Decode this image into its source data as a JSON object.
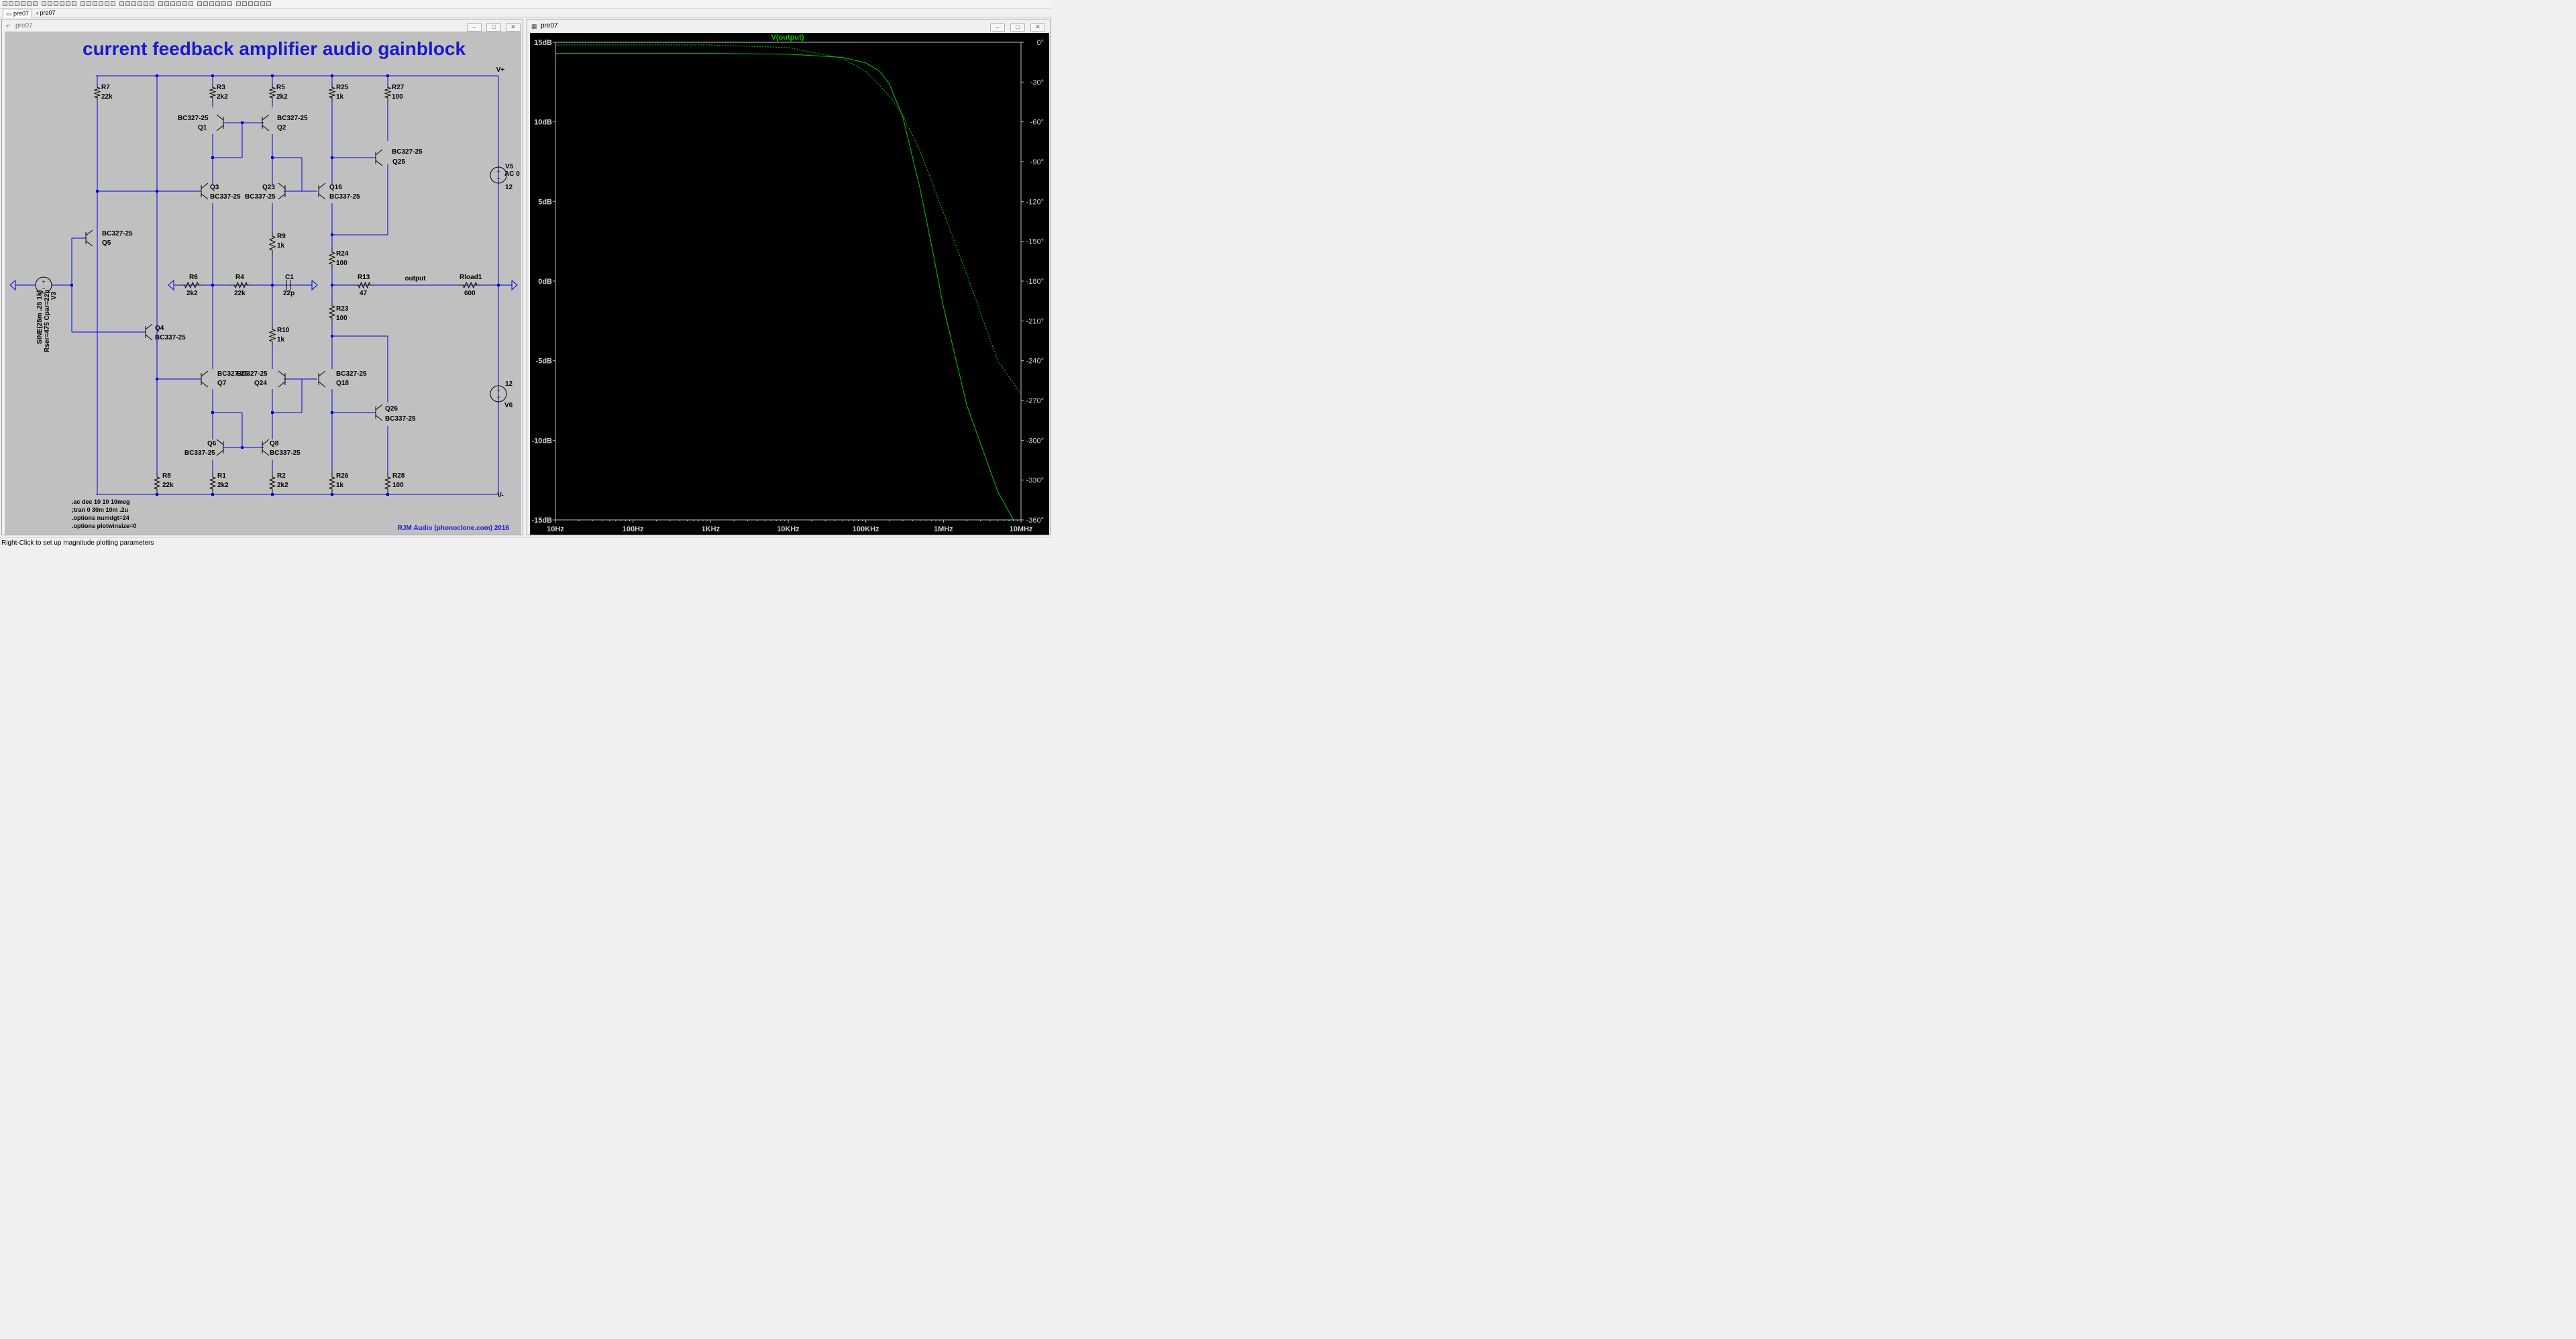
{
  "tabs": [
    {
      "label": "pre07"
    },
    {
      "label": "pre07"
    }
  ],
  "schematic_window": {
    "title": "pre07",
    "heading": "current feedback amplifier audio gainblock",
    "credit": "RJM Audio (phonoclone.com) 2016",
    "spice_directives": [
      ".ac dec 10 10 10meg",
      ";tran 0 30m 10m .2u",
      ".options numdgt=24",
      ".options plotwinsize=0"
    ],
    "rails": {
      "positive": "V+",
      "negative": "V-"
    },
    "nets": {
      "output": "output"
    },
    "components": {
      "R7": {
        "name": "R7",
        "value": "22k"
      },
      "R3": {
        "name": "R3",
        "value": "2k2"
      },
      "R5": {
        "name": "R5",
        "value": "2k2"
      },
      "R25": {
        "name": "R25",
        "value": "1k"
      },
      "R27": {
        "name": "R27",
        "value": "100"
      },
      "Q1": {
        "name": "Q1",
        "model": "BC327-25"
      },
      "Q2": {
        "name": "Q2",
        "model": "BC327-25"
      },
      "Q25": {
        "name": "Q25",
        "model": "BC327-25"
      },
      "Q3": {
        "name": "Q3",
        "model": "BC337-25"
      },
      "Q23": {
        "name": "Q23",
        "model": "BC337-25"
      },
      "Q16": {
        "name": "Q16",
        "model": "BC337-25"
      },
      "Q5": {
        "name": "Q5",
        "model": "BC327-25"
      },
      "R9": {
        "name": "R9",
        "value": "1k"
      },
      "R24": {
        "name": "R24",
        "value": "100"
      },
      "R6": {
        "name": "R6",
        "value": "2k2"
      },
      "R4": {
        "name": "R4",
        "value": "22k"
      },
      "C1": {
        "name": "C1",
        "value": "22p"
      },
      "R13": {
        "name": "R13",
        "value": "47"
      },
      "Rload1": {
        "name": "Rload1",
        "value": "600"
      },
      "V3": {
        "name": "V3",
        "value1": "SINE(25m .25 1k)",
        "value2": "Rser=475 Cpar=22p"
      },
      "R23": {
        "name": "R23",
        "value": "100"
      },
      "R10": {
        "name": "R10",
        "value": "1k"
      },
      "Q4": {
        "name": "Q4",
        "model": "BC337-25"
      },
      "Q7": {
        "name": "Q7",
        "model": "BC327-25"
      },
      "Q24": {
        "name": "Q24",
        "model": "BC327-25"
      },
      "Q18": {
        "name": "Q18",
        "model": "BC327-25"
      },
      "Q26": {
        "name": "Q26",
        "model": "BC337-25"
      },
      "Q6": {
        "name": "Q6",
        "model": "BC337-25"
      },
      "Q8": {
        "name": "Q8",
        "model": "BC337-25"
      },
      "R8": {
        "name": "R8",
        "value": "22k"
      },
      "R1": {
        "name": "R1",
        "value": "2k2"
      },
      "R2": {
        "name": "R2",
        "value": "2k2"
      },
      "R26": {
        "name": "R26",
        "value": "1k"
      },
      "R28": {
        "name": "R28",
        "value": "100"
      },
      "V5": {
        "name": "V5",
        "value1": "AC 0",
        "value2": "12"
      },
      "V6": {
        "name": "V6",
        "value1": "12"
      }
    }
  },
  "plot_window": {
    "title": "pre07",
    "trace_label": "V(output)"
  },
  "chart_data": {
    "type": "line",
    "title": "V(output)",
    "x_scale": "log",
    "xlim": [
      10,
      10000000
    ],
    "x_tick_labels": [
      "10Hz",
      "100Hz",
      "1KHz",
      "10KHz",
      "100KHz",
      "1MHz",
      "10MHz"
    ],
    "ylim": [
      -15,
      15
    ],
    "y_tick_labels": [
      "15dB",
      "10dB",
      "5dB",
      "0dB",
      "-5dB",
      "-10dB",
      "-15dB"
    ],
    "y2lim": [
      -360,
      0
    ],
    "y2_tick_labels": [
      "0°",
      "-30°",
      "-60°",
      "-90°",
      "-120°",
      "-150°",
      "-180°",
      "-210°",
      "-240°",
      "-270°",
      "-300°",
      "-330°",
      "-360°"
    ],
    "grid": false,
    "series": [
      {
        "name": "V(output)",
        "kind": "magnitude",
        "color": "#00cc00",
        "x": [
          10,
          100,
          1000,
          10000,
          50000,
          100000,
          150000,
          200000,
          300000,
          500000,
          700000,
          1000000,
          2000000,
          5000000,
          8000000
        ],
        "y": [
          14.3,
          14.3,
          14.3,
          14.25,
          14.05,
          13.7,
          13.2,
          12.4,
          10.3,
          5.8,
          2.3,
          -1.6,
          -7.8,
          -13.2,
          -15.0
        ]
      },
      {
        "name": "V(output)",
        "kind": "phase",
        "color": "#00cc00",
        "dashed": true,
        "x": [
          10,
          1000,
          10000,
          50000,
          100000,
          200000,
          300000,
          500000,
          1000000,
          2000000,
          5000000,
          10000000
        ],
        "y": [
          -2,
          -2,
          -4,
          -12,
          -22,
          -40,
          -55,
          -82,
          -128,
          -175,
          -240,
          -265
        ]
      }
    ]
  },
  "status_bar": {
    "text": "Right-Click to set up magnitude plotting parameters"
  },
  "colors": {
    "wire": "#0000d8",
    "heading": "#1a1acc",
    "trace": "#00cc00",
    "plot_bg": "#000000",
    "schematic_bg": "#c0c0c0"
  }
}
